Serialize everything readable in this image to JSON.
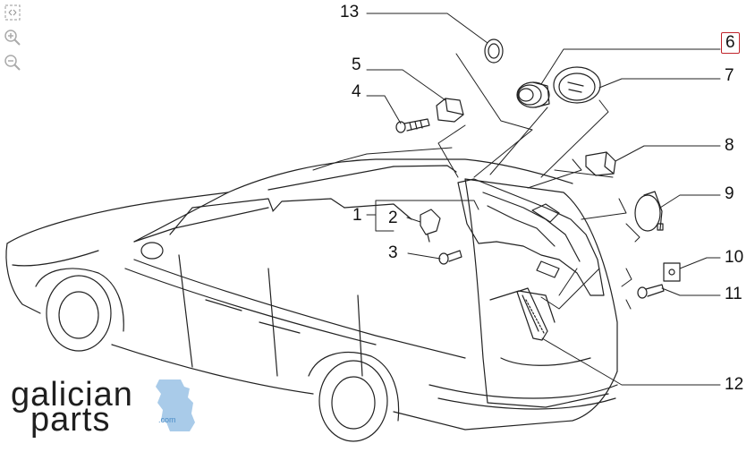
{
  "viewer_tools": [
    {
      "name": "fit-icon",
      "label": "fit"
    },
    {
      "name": "zoom-in-icon",
      "label": "zoom in"
    },
    {
      "name": "zoom-out-icon",
      "label": "zoom out"
    }
  ],
  "callouts": [
    {
      "id": "c13",
      "text": "13",
      "highlight": false
    },
    {
      "id": "c5",
      "text": "5",
      "highlight": false
    },
    {
      "id": "c4",
      "text": "4",
      "highlight": false
    },
    {
      "id": "c6",
      "text": "6",
      "highlight": true
    },
    {
      "id": "c7",
      "text": "7",
      "highlight": false
    },
    {
      "id": "c8",
      "text": "8",
      "highlight": false
    },
    {
      "id": "c9",
      "text": "9",
      "highlight": false
    },
    {
      "id": "c1",
      "text": "1",
      "highlight": false
    },
    {
      "id": "c2",
      "text": "2",
      "highlight": false
    },
    {
      "id": "c3",
      "text": "3",
      "highlight": false
    },
    {
      "id": "c10",
      "text": "10",
      "highlight": false
    },
    {
      "id": "c11",
      "text": "11",
      "highlight": false
    },
    {
      "id": "c12",
      "text": "12",
      "highlight": false
    }
  ],
  "logo": {
    "line1": "galician",
    "line2": "parts",
    "domain": ".com",
    "accent_color": "#a9cbe9",
    "text_color": "#1f1f1f"
  },
  "colors": {
    "highlight_border": "#c0232b",
    "line_color": "#222222"
  }
}
